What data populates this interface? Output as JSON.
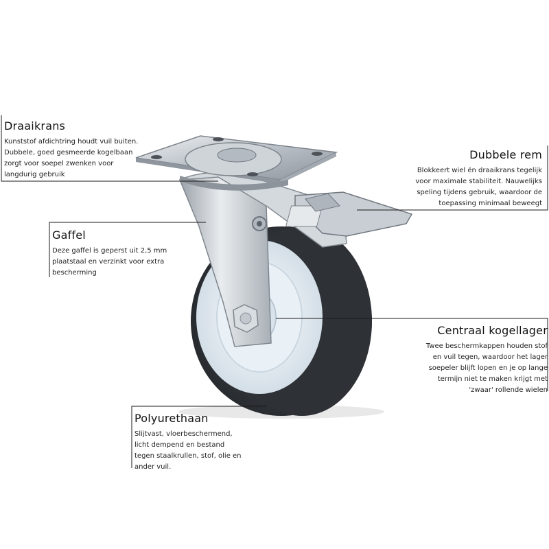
{
  "callouts": {
    "draaikrans": {
      "title": "Draaikrans",
      "text": "Kunststof afdichtring houdt  vuil buiten. Dubbele, goed gesmeerde kogelbaan zorgt voor soepel zwenken voor langdurig gebruik"
    },
    "gaffel": {
      "title": "Gaffel",
      "text": "Deze gaffel is geperst uit 2,5 mm plaatstaal en verzinkt voor extra bescherming"
    },
    "polyurethaan": {
      "title": "Polyurethaan",
      "text": "Slijtvast, vloerbeschermend, licht dempend en bestand tegen staalkrullen, stof, olie en ander vuil."
    },
    "dubbele_rem": {
      "title": "Dubbele rem",
      "text": "Blokkeert wiel én draaikrans tegelijk voor maximale stabiliteit. Nauwelijks speling tijdens gebruik, waardoor de toepassing minimaal beweegt"
    },
    "centraal_kogellager": {
      "title": "Centraal kogellager",
      "text": "Twee beschermkappen houden stof en vuil tegen, waardoor het lager soepeler blijft lopen en je op lange termijn niet te maken krijgt met 'zwaar' rollende wielen"
    }
  },
  "colors": {
    "line": "#1a1a1a",
    "tire": "#3a3d42",
    "rim": "#e6eef4",
    "steel": "#c9ced3"
  }
}
